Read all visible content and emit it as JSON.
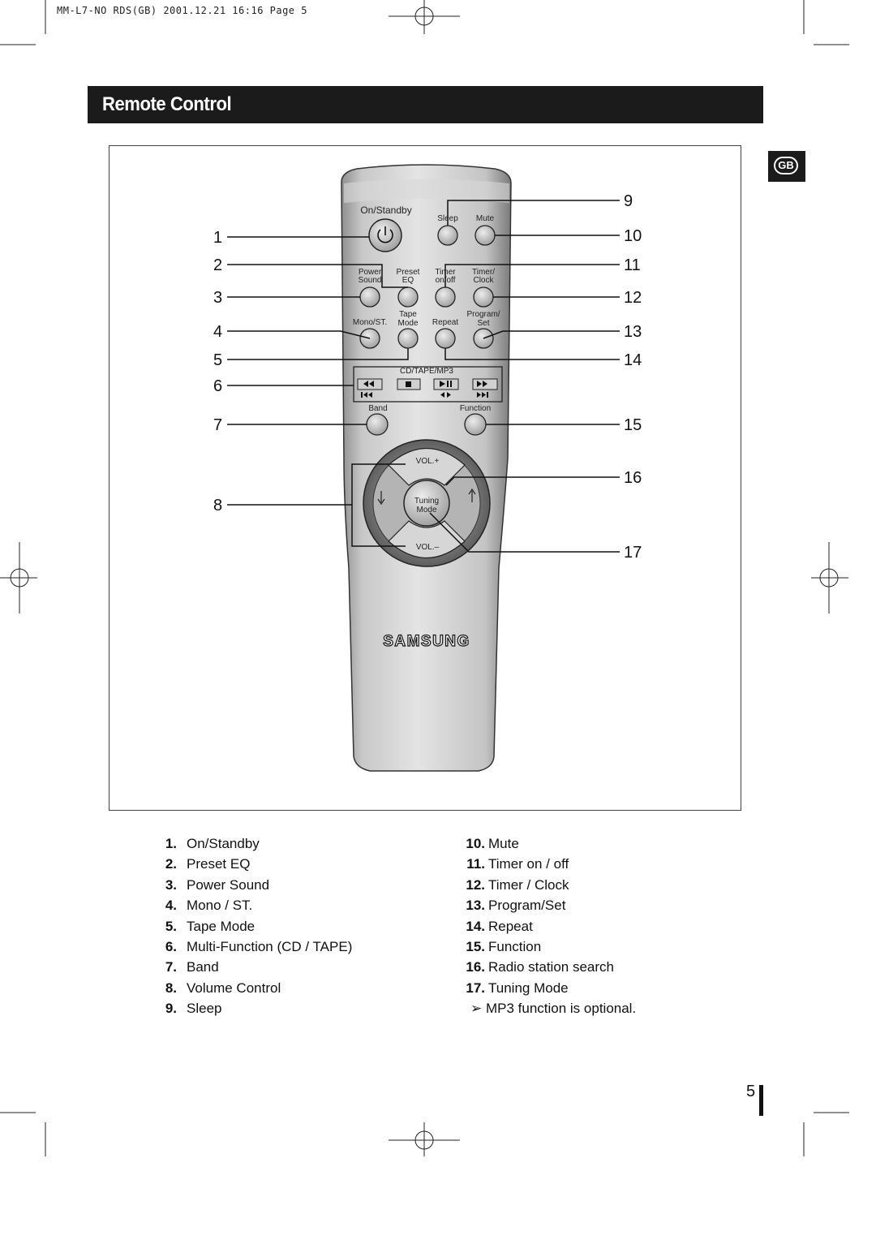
{
  "print_slug": "MM-L7-NO RDS(GB)   2001.12.21   16:16   Page 5",
  "header": {
    "title": "Remote Control"
  },
  "language_badge": "GB",
  "remote": {
    "buttons": {
      "on_standby": "On/Standby",
      "sleep": "Sleep",
      "mute": "Mute",
      "power_sound_1": "Power",
      "power_sound_2": "Sound",
      "preset_eq_1": "Preset",
      "preset_eq_2": "EQ",
      "timer_1": "Timer",
      "timer_2": "on/off",
      "clock_1": "Timer/",
      "clock_2": "Clock",
      "mono_st": "Mono/ST.",
      "tape_mode_1": "Tape",
      "tape_mode_2": "Mode",
      "repeat": "Repeat",
      "program_1": "Program/",
      "program_2": "Set",
      "cd_tape_mp3": "CD/TAPE/MP3",
      "band": "Band",
      "function": "Function",
      "vol_plus": "VOL.+",
      "vol_minus": "VOL.–",
      "tuning_1": "Tuning",
      "tuning_2": "Mode",
      "brand": "SAMSUNG"
    },
    "callouts_left": [
      "1",
      "2",
      "3",
      "4",
      "5",
      "6",
      "7",
      "8"
    ],
    "callouts_right": [
      "9",
      "10",
      "11",
      "12",
      "13",
      "14",
      "15",
      "16",
      "17"
    ]
  },
  "legend": {
    "left": [
      {
        "num": "1.",
        "label": "On/Standby"
      },
      {
        "num": "2.",
        "label": "Preset EQ"
      },
      {
        "num": "3.",
        "label": "Power Sound"
      },
      {
        "num": "4.",
        "label": "Mono / ST."
      },
      {
        "num": "5.",
        "label": "Tape Mode"
      },
      {
        "num": "6.",
        "label": "Multi-Function (CD / TAPE)"
      },
      {
        "num": "7.",
        "label": "Band"
      },
      {
        "num": "8.",
        "label": "Volume Control"
      },
      {
        "num": "9.",
        "label": "Sleep"
      }
    ],
    "right": [
      {
        "num": "10.",
        "label": "Mute"
      },
      {
        "num": "11.",
        "label": "Timer on / off"
      },
      {
        "num": "12.",
        "label": "Timer / Clock"
      },
      {
        "num": "13.",
        "label": "Program/Set"
      },
      {
        "num": "14.",
        "label": "Repeat"
      },
      {
        "num": "15.",
        "label": "Function"
      },
      {
        "num": "16.",
        "label": "Radio station search"
      },
      {
        "num": "17.",
        "label": "Tuning Mode"
      }
    ],
    "note": "➢ MP3 function is optional."
  },
  "page_number": "5"
}
